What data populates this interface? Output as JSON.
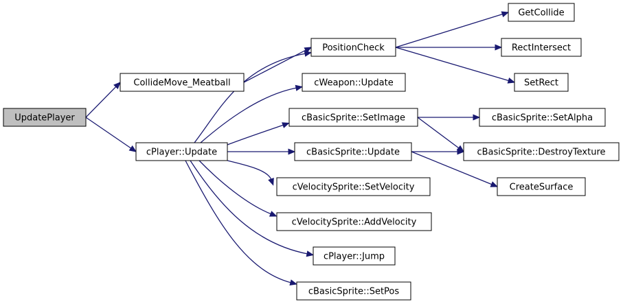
{
  "graph": {
    "edge_color": "#191970",
    "root_fill": "#bfbfbf",
    "nodes": [
      {
        "id": "updateplayer",
        "label": "UpdatePlayer",
        "root": true
      },
      {
        "id": "collidemove",
        "label": "CollideMove_Meatball"
      },
      {
        "id": "cplayer_update",
        "label": "cPlayer::Update"
      },
      {
        "id": "positioncheck",
        "label": "PositionCheck"
      },
      {
        "id": "cweapon_update",
        "label": "cWeapon::Update"
      },
      {
        "id": "setimage",
        "label": "cBasicSprite::SetImage"
      },
      {
        "id": "bs_update",
        "label": "cBasicSprite::Update"
      },
      {
        "id": "setvelocity",
        "label": "cVelocitySprite::SetVelocity"
      },
      {
        "id": "addvelocity",
        "label": "cVelocitySprite::AddVelocity"
      },
      {
        "id": "jump",
        "label": "cPlayer::Jump"
      },
      {
        "id": "setpos",
        "label": "cBasicSprite::SetPos"
      },
      {
        "id": "getcollide",
        "label": "GetCollide"
      },
      {
        "id": "rectintersect",
        "label": "RectIntersect"
      },
      {
        "id": "setrect",
        "label": "SetRect"
      },
      {
        "id": "setalpha",
        "label": "cBasicSprite::SetAlpha"
      },
      {
        "id": "destroytexture",
        "label": "cBasicSprite::DestroyTexture"
      },
      {
        "id": "createsurface",
        "label": "CreateSurface"
      }
    ],
    "edges": [
      {
        "from": "updateplayer",
        "to": "collidemove"
      },
      {
        "from": "updateplayer",
        "to": "cplayer_update"
      },
      {
        "from": "collidemove",
        "to": "positioncheck"
      },
      {
        "from": "cplayer_update",
        "to": "positioncheck"
      },
      {
        "from": "cplayer_update",
        "to": "cweapon_update"
      },
      {
        "from": "cplayer_update",
        "to": "setimage"
      },
      {
        "from": "cplayer_update",
        "to": "bs_update"
      },
      {
        "from": "cplayer_update",
        "to": "setvelocity"
      },
      {
        "from": "cplayer_update",
        "to": "addvelocity"
      },
      {
        "from": "cplayer_update",
        "to": "jump"
      },
      {
        "from": "cplayer_update",
        "to": "setpos"
      },
      {
        "from": "positioncheck",
        "to": "getcollide"
      },
      {
        "from": "positioncheck",
        "to": "rectintersect"
      },
      {
        "from": "positioncheck",
        "to": "setrect"
      },
      {
        "from": "setimage",
        "to": "setalpha"
      },
      {
        "from": "setimage",
        "to": "destroytexture"
      },
      {
        "from": "bs_update",
        "to": "destroytexture"
      },
      {
        "from": "bs_update",
        "to": "createsurface"
      }
    ]
  }
}
